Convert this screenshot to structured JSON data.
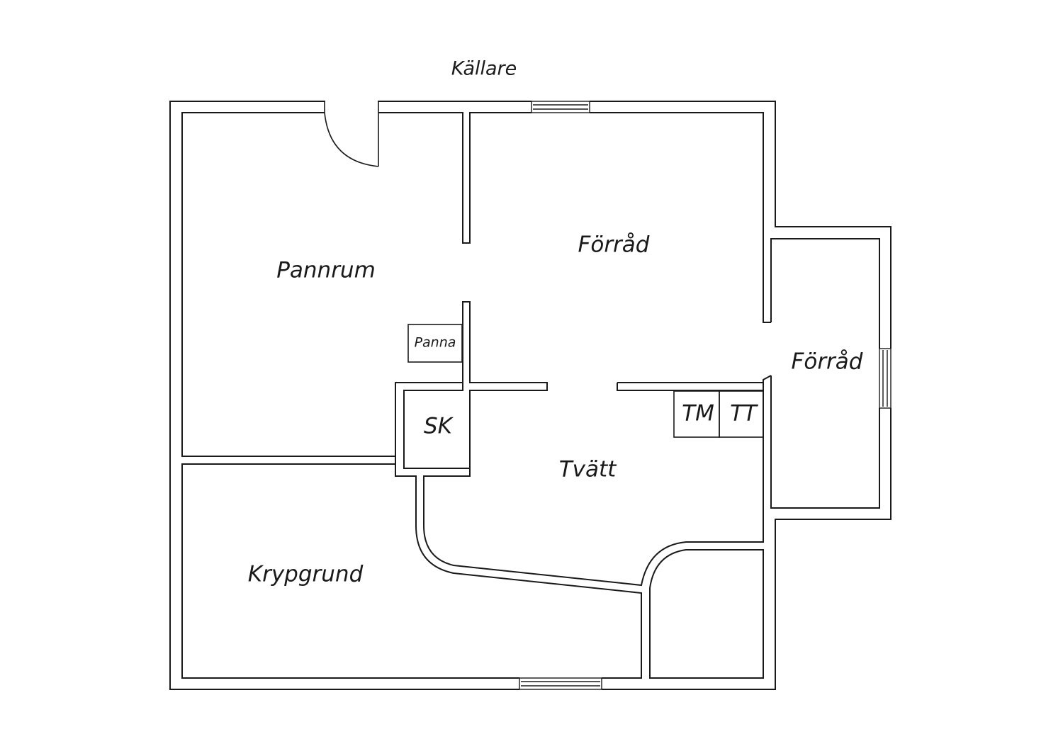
{
  "plan": {
    "title": "Källare",
    "rooms": {
      "pannrum": "Pannrum",
      "forrad_main": "Förråd",
      "forrad_side": "Förråd",
      "tvatt": "Tvätt",
      "krypgrund": "Krypgrund",
      "sk": "SK"
    },
    "fixtures": {
      "panna": "Panna",
      "tm": "TM",
      "tt": "TT"
    }
  }
}
